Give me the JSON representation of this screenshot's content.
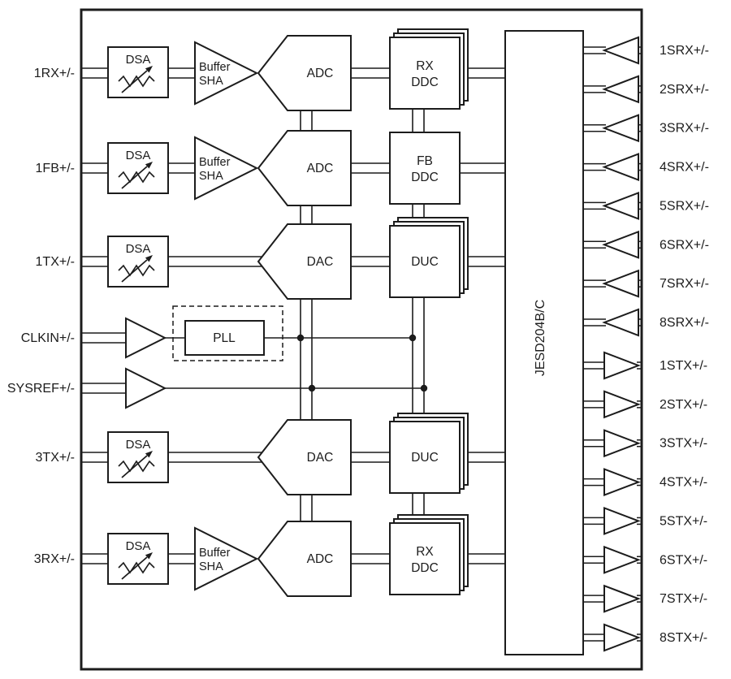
{
  "ports": {
    "left": [
      "1RX+/-",
      "1FB+/-",
      "1TX+/-",
      "CLKIN+/-",
      "SYSREF+/-",
      "3TX+/-",
      "3RX+/-"
    ],
    "srx": [
      "1SRX+/-",
      "2SRX+/-",
      "3SRX+/-",
      "4SRX+/-",
      "5SRX+/-",
      "6SRX+/-",
      "7SRX+/-",
      "8SRX+/-"
    ],
    "stx": [
      "1STX+/-",
      "2STX+/-",
      "3STX+/-",
      "4STX+/-",
      "5STX+/-",
      "6STX+/-",
      "7STX+/-",
      "8STX+/-"
    ]
  },
  "blocks": {
    "dsa": "DSA",
    "buffer_line1": "Buffer",
    "buffer_line2": "SHA",
    "adc": "ADC",
    "dac": "DAC",
    "rx_ddc_line1": "RX",
    "rx_ddc_line2": "DDC",
    "fb_ddc_line1": "FB",
    "fb_ddc_line2": "DDC",
    "duc": "DUC",
    "pll": "PLL",
    "jesd": "JESD204B/C"
  },
  "colors": {
    "stroke": "#1c1c1c",
    "background": "#ffffff"
  }
}
